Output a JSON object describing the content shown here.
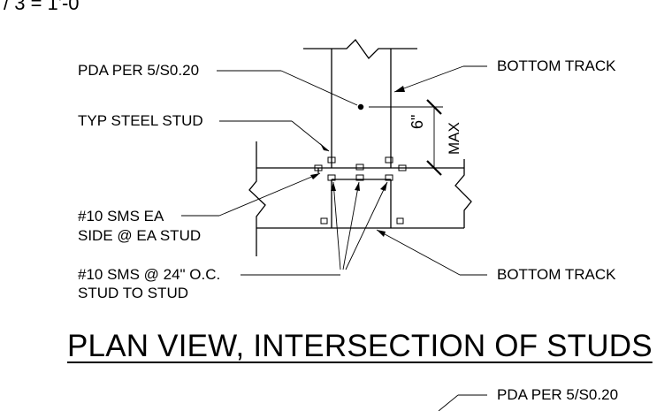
{
  "scale_text": "/ 3  = 1'-0",
  "labels": {
    "pda_top": "PDA PER 5/S0.20",
    "bottom_track_top": "BOTTOM TRACK",
    "typ_steel_stud": "TYP STEEL STUD",
    "dim_value": "6\"",
    "dim_max": "MAX",
    "sms_ea_line1": "#10 SMS EA",
    "sms_ea_line2": "SIDE @ EA STUD",
    "sms_24_line1": "#10 SMS @ 24\" O.C.",
    "sms_24_line2": "STUD TO STUD",
    "bottom_track_bottom": "BOTTOM TRACK",
    "pda_bottom": "PDA PER 5/S0.20"
  },
  "title": "PLAN VIEW, INTERSECTION OF STUDS"
}
